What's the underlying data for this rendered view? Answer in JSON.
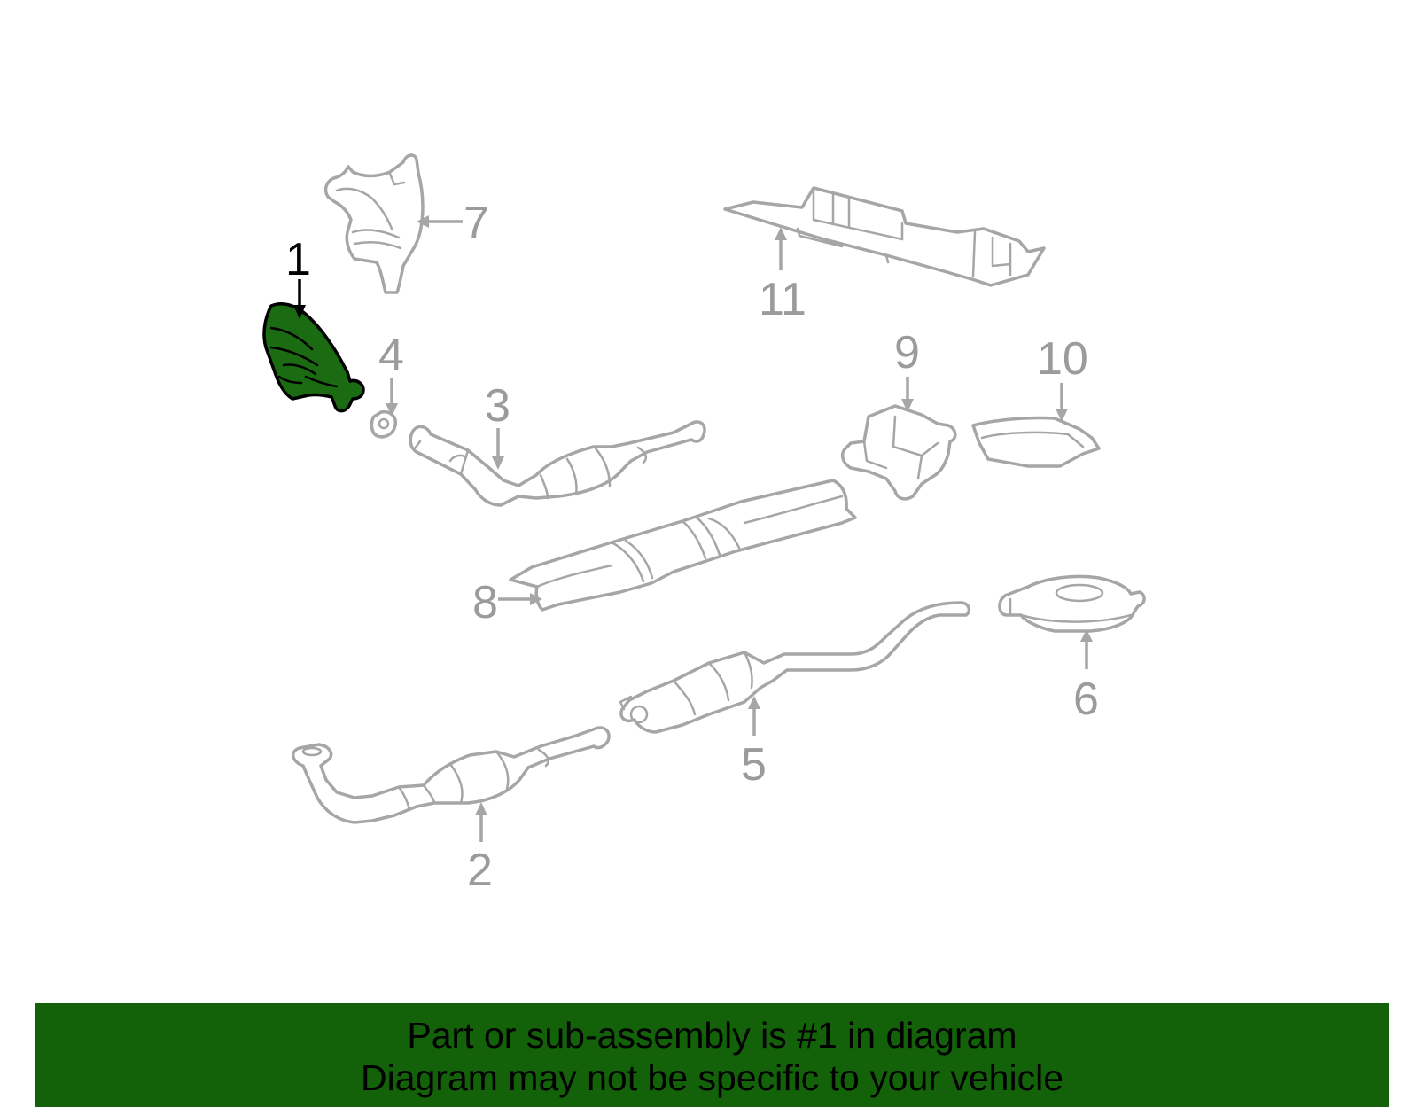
{
  "colors": {
    "highlight_fill": "#1b6b12",
    "banner_background": "#136109",
    "line_gray": "#a6a6a6",
    "number_gray": "#9b9b9b",
    "highlight_outline": "#000000"
  },
  "diagram": {
    "highlighted_part": "1",
    "callouts": {
      "c1": "1",
      "c2": "2",
      "c3": "3",
      "c4": "4",
      "c5": "5",
      "c6": "6",
      "c7": "7",
      "c8": "8",
      "c9": "9",
      "c10": "10",
      "c11": "11"
    }
  },
  "footer": {
    "line1": "Part or sub-assembly is #1 in diagram",
    "line2": "Diagram may not be specific to your vehicle"
  }
}
